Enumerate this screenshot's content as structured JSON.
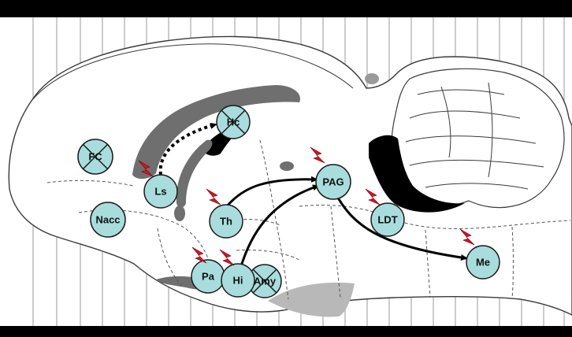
{
  "colors": {
    "node_fill": "#a9dcdc",
    "node_stroke": "#1a1a1a",
    "lightning": "#d2142a",
    "fiber_tract": "#6f6f6f",
    "ventricle": "#000000",
    "outline": "#3a3a3a",
    "frame_bar": "#000000"
  },
  "regions": [
    {
      "id": "fc",
      "label": "FC",
      "crossed": true,
      "lightning": false
    },
    {
      "id": "nacc",
      "label": "Nacc",
      "crossed": false,
      "lightning": false
    },
    {
      "id": "ls",
      "label": "Ls",
      "crossed": false,
      "lightning": true
    },
    {
      "id": "hc",
      "label": "Hc",
      "crossed": true,
      "lightning": false
    },
    {
      "id": "th",
      "label": "Th",
      "crossed": false,
      "lightning": true
    },
    {
      "id": "pag",
      "label": "PAG",
      "crossed": false,
      "lightning": true
    },
    {
      "id": "ldt",
      "label": "LDT",
      "crossed": false,
      "lightning": true
    },
    {
      "id": "pa",
      "label": "Pa",
      "crossed": false,
      "lightning": true
    },
    {
      "id": "hi",
      "label": "Hi",
      "crossed": false,
      "lightning": true
    },
    {
      "id": "amy",
      "label": "Amy",
      "crossed": true,
      "lightning": false
    },
    {
      "id": "me",
      "label": "Me",
      "crossed": false,
      "lightning": true
    }
  ],
  "connections": [
    {
      "from": "Ls",
      "to": "Hc",
      "style": "dotted"
    },
    {
      "from": "Th",
      "to": "PAG",
      "style": "solid"
    },
    {
      "from": "Hi",
      "to": "PAG",
      "style": "solid"
    },
    {
      "from": "PAG",
      "to": "Me",
      "style": "solid"
    }
  ]
}
